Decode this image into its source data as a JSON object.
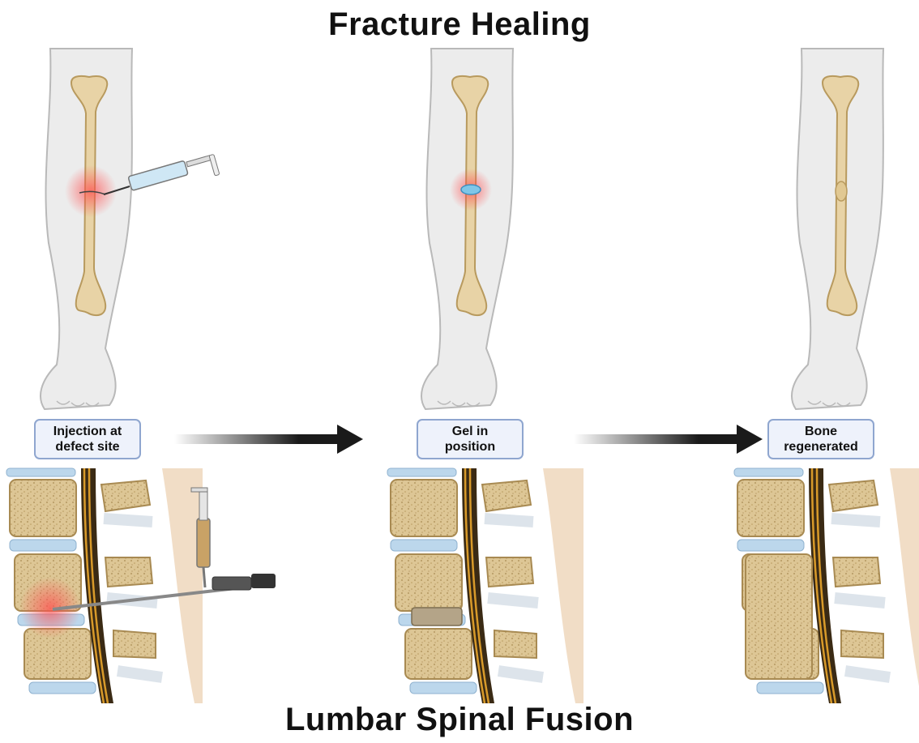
{
  "titles": {
    "top": "Fracture Healing",
    "bottom": "Lumbar Spinal Fusion"
  },
  "steps": [
    {
      "label": "Injection at\ndefect site"
    },
    {
      "label": "Gel in\nposition"
    },
    {
      "label": "Bone\nregenerated"
    }
  ],
  "colors": {
    "bone": "#e8d3a6",
    "bone_outline": "#b89a5e",
    "skin": "#e9e9e9",
    "disc": "#bcd7ec",
    "spinal_cord": "#d89a2a",
    "inflammation": "#f26b6b",
    "gel": "#7fc6e8",
    "arrow": "#1a1a1a",
    "box_border": "#8fa6cf",
    "box_fill": "#eef2fb"
  },
  "icons": [
    "syringe-icon",
    "cannula-icon",
    "arrow-right-icon"
  ]
}
